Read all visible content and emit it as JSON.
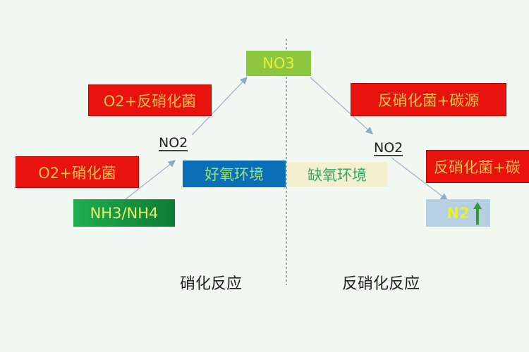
{
  "nodes": {
    "no3": "NO3",
    "o2_denitrifier": "O2+反硝化菌",
    "no2_left": "NO2",
    "o2_nitrifier": "O2+硝化菌",
    "nh3_nh4": "NH3/NH4",
    "aerobic": "好氧环境",
    "anoxic": "缺氧环境",
    "denitrifier_carbon_top": "反硝化菌+碳源",
    "no2_right": "NO2",
    "denitrifier_carbon_right": "反硝化菌+碳",
    "n2": "N2"
  },
  "captions": {
    "nitrification": "硝化反应",
    "denitrification": "反硝化反应"
  },
  "colors": {
    "red_box": "#e8130f",
    "green_box": "#8dc63f",
    "dark_green_box": "#1a9a45",
    "blue_box": "#0b6fb8",
    "cream_box": "#f3f0cf",
    "light_blue_box": "#b7cfe3"
  }
}
